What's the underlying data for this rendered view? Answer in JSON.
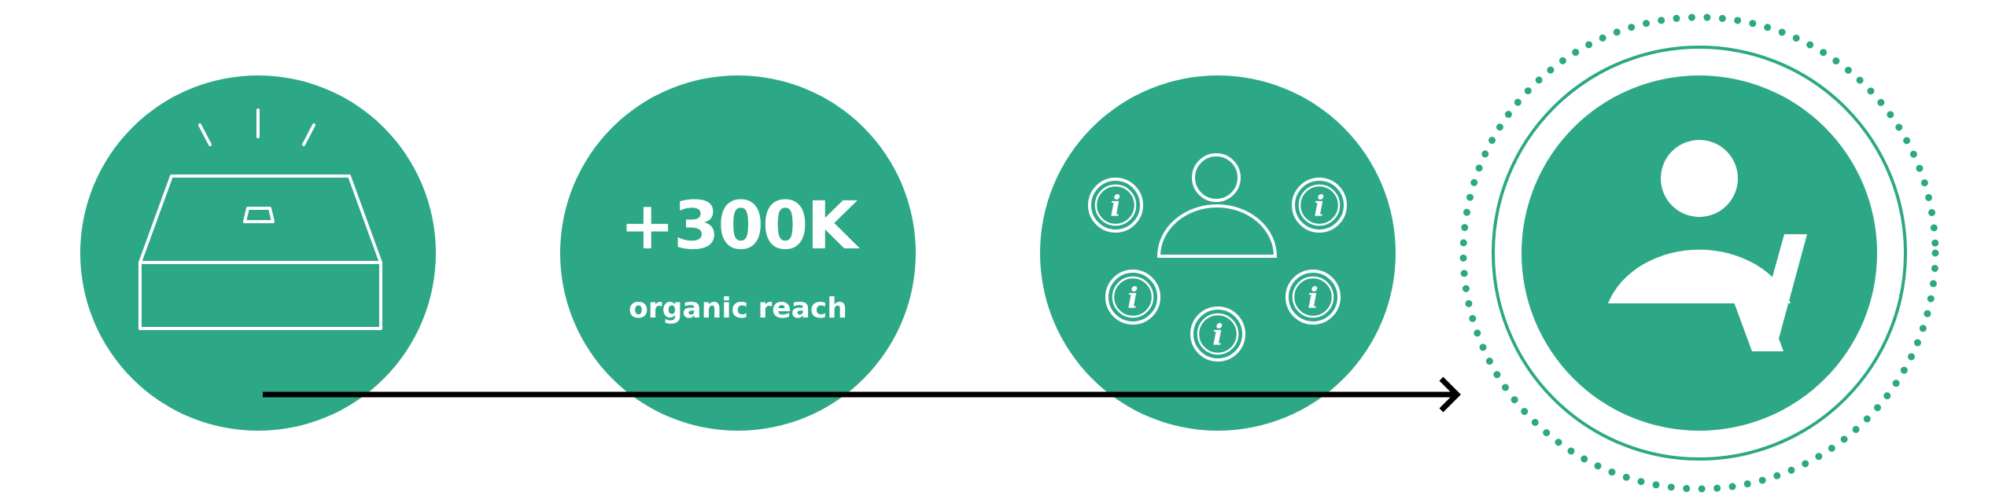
{
  "palette": {
    "circle_fill": "#2ca886",
    "line_white": "#ffffff",
    "arrow": "#000000",
    "background": "#ffffff"
  },
  "steps": [
    {
      "id": "open-box",
      "icon": "open-box-icon"
    },
    {
      "id": "reach",
      "icon": "",
      "stat": {
        "value": "+300K",
        "label": "organic reach"
      }
    },
    {
      "id": "info-network",
      "icon": "person-info-network-icon",
      "info_glyph": "i"
    },
    {
      "id": "customer-signup",
      "icon": "person-signing-icon"
    }
  ],
  "connector": {
    "icon": "arrow-right-icon"
  }
}
